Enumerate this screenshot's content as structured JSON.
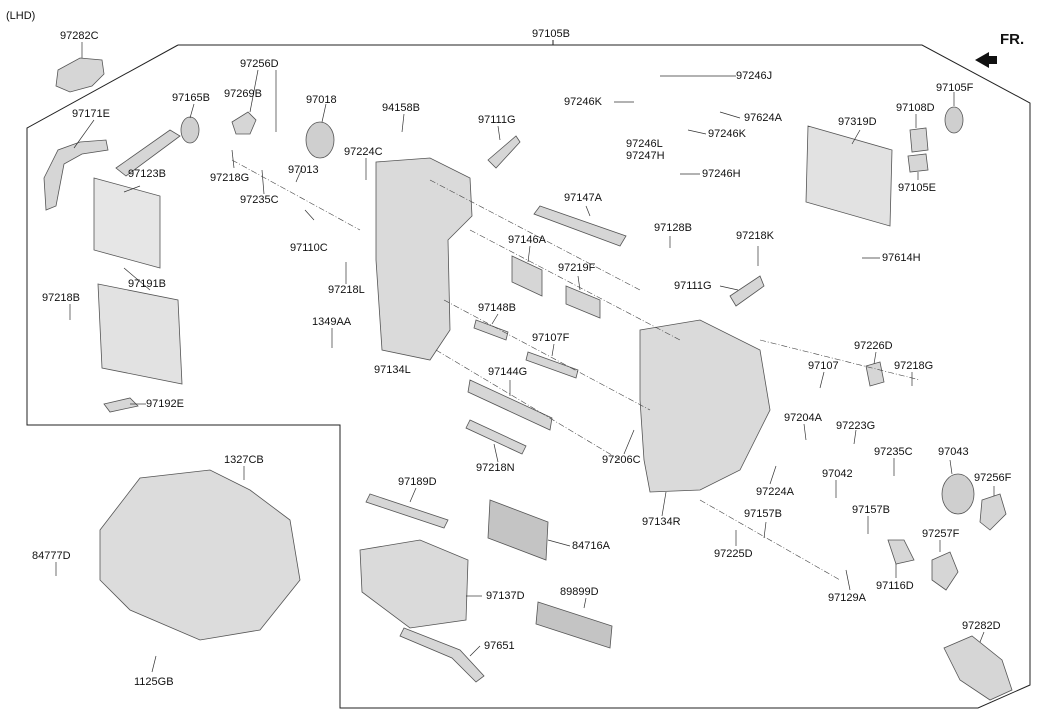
{
  "header": {
    "variant": "(LHD)",
    "direction": "FR."
  },
  "labels": {
    "p97282C": "97282C",
    "p97105B": "97105B",
    "p97256D": "97256D",
    "p97269B": "97269B",
    "p97165B": "97165B",
    "p97171E": "97171E",
    "p97018": "97018",
    "p94158B": "94158B",
    "p97111G_a": "97111G",
    "p97224C": "97224C",
    "p97218G_a": "97218G",
    "p97013": "97013",
    "p97235C_a": "97235C",
    "p97123B": "97123B",
    "p97110C": "97110C",
    "p97218L": "97218L",
    "p1349AA": "1349AA",
    "p97191B": "97191B",
    "p97218B": "97218B",
    "p97134L": "97134L",
    "p97192E": "97192E",
    "p97246J": "97246J",
    "p97246K_a": "97246K",
    "p97624A": "97624A",
    "p97246L": "97246L",
    "p97246K_b": "97246K",
    "p97247H": "97247H",
    "p97246H": "97246H",
    "p97147A": "97147A",
    "p97128B": "97128B",
    "p97218K": "97218K",
    "p97146A": "97146A",
    "p97219F": "97219F",
    "p97111G_b": "97111G",
    "p97148B": "97148B",
    "p97107F": "97107F",
    "p97144G": "97144G",
    "p97218N": "97218N",
    "p97206C": "97206C",
    "p97134R": "97134R",
    "p97319D": "97319D",
    "p97108D": "97108D",
    "p97105F": "97105F",
    "p97105E": "97105E",
    "p97614H": "97614H",
    "p97226D": "97226D",
    "p97107": "97107",
    "p97218G_b": "97218G",
    "p97204A": "97204A",
    "p97223G": "97223G",
    "p97235C_b": "97235C",
    "p97043": "97043",
    "p97042": "97042",
    "p97224A": "97224A",
    "p97256F": "97256F",
    "p97157B_a": "97157B",
    "p97157B_b": "97157B",
    "p97225D": "97225D",
    "p97257F": "97257F",
    "p97116D": "97116D",
    "p97129A": "97129A",
    "p97282D": "97282D",
    "p1327CB": "1327CB",
    "p84777D": "84777D",
    "p1125GB": "1125GB",
    "p97189D": "97189D",
    "p84716A": "84716A",
    "p97137D": "97137D",
    "p89899D": "89899D",
    "p97651": "97651"
  }
}
